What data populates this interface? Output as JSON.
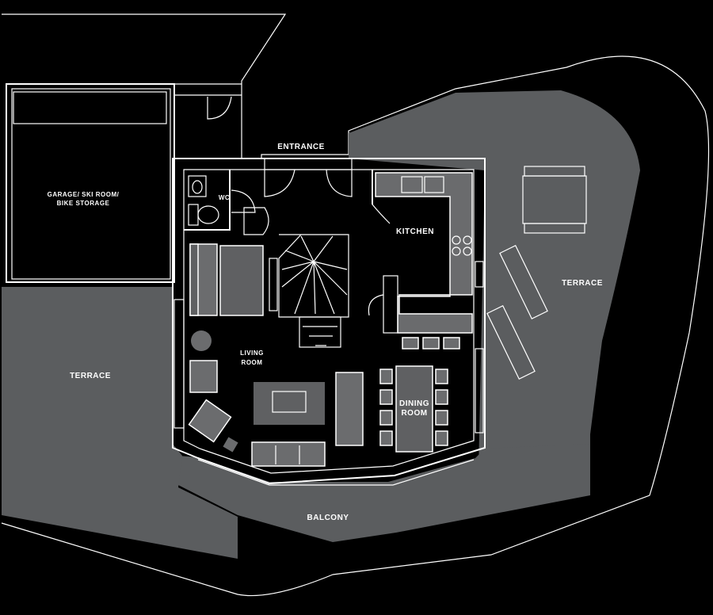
{
  "plan": {
    "labels": {
      "garage": "GARAGE/ SKI ROOM/ BIKE STORAGE",
      "wc": "WC",
      "entrance": "ENTRANCE",
      "kitchen": "KITCHEN",
      "living_line1": "LIVING",
      "living_line2": "ROOM",
      "dining_line1": "DINING",
      "dining_line2": "ROOM",
      "terrace_left": "TERRACE",
      "terrace_right": "TERRACE",
      "balcony": "BALCONY"
    },
    "colors": {
      "background": "#000000",
      "terrace_fill": "#5b5d5f",
      "lines": "#ffffff"
    }
  }
}
